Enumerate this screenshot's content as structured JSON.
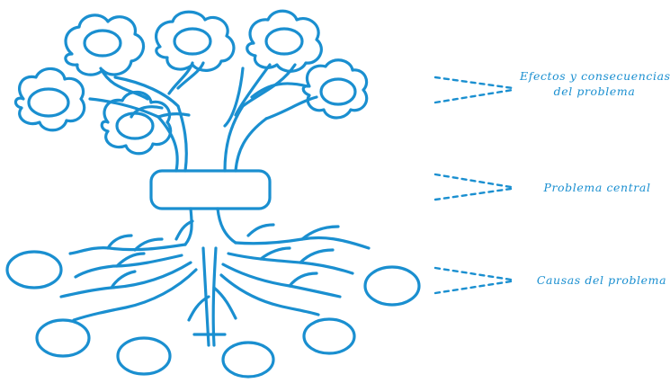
{
  "colors": {
    "stroke": "#1a8fd0",
    "background": "#ffffff"
  },
  "labels": {
    "effects_line1": "Efectos y consecuencias",
    "effects_line2": "del problema",
    "central": "Problema central",
    "causes": "Causas del problema"
  }
}
